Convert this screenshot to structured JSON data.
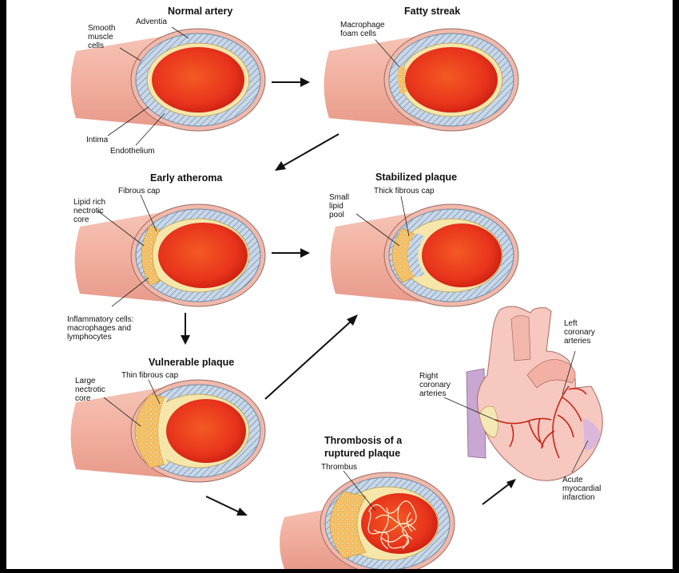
{
  "stages": {
    "normal": {
      "title": "Normal artery",
      "smooth_muscle": [
        "Smooth",
        "muscle",
        "cells"
      ],
      "adventia": "Adventia",
      "intima": "Intima",
      "endothelium": "Endothelium"
    },
    "fatty": {
      "title": "Fatty streak",
      "macrophage": [
        "Macrophage",
        "foam cells"
      ]
    },
    "early": {
      "title": "Early atheroma",
      "fibrous_cap": "Fibrous cap",
      "lipid_core": [
        "Lipid rich",
        "nectrotic",
        "core"
      ],
      "inflammatory": [
        "Inflammatory cells:",
        "macrophages and",
        "lymphocytes"
      ]
    },
    "stabilized": {
      "title": "Stabilized plaque",
      "small_lipid": [
        "Small",
        "lipid",
        "pool"
      ],
      "thick_cap": "Thick fibrous cap"
    },
    "vulnerable": {
      "title": "Vulnerable plaque",
      "thin_cap": "Thin fibrous cap",
      "large_core": [
        "Large",
        "nectrotic",
        "core"
      ]
    },
    "thrombosis": {
      "title": [
        "Thrombosis of a",
        "ruptured plaque"
      ],
      "thrombus": "Thrombus"
    }
  },
  "heart": {
    "left_coronary": [
      "Left",
      "coronary",
      "arteries"
    ],
    "right_coronary": [
      "Right",
      "coronary",
      "arteries"
    ],
    "infarction": [
      "Acute",
      "myocardial",
      "infarction"
    ]
  },
  "colors": {
    "background": "#ffffff",
    "frame": "#000000",
    "lumen": "#e8341c",
    "outer_vessel": "#f1b7aa",
    "media": "#c5d6e6",
    "intima_band": "#f5e5a8",
    "plaque": "#f4c46c",
    "heart": "#f7c9c0",
    "vein": "#c8a6d0"
  }
}
